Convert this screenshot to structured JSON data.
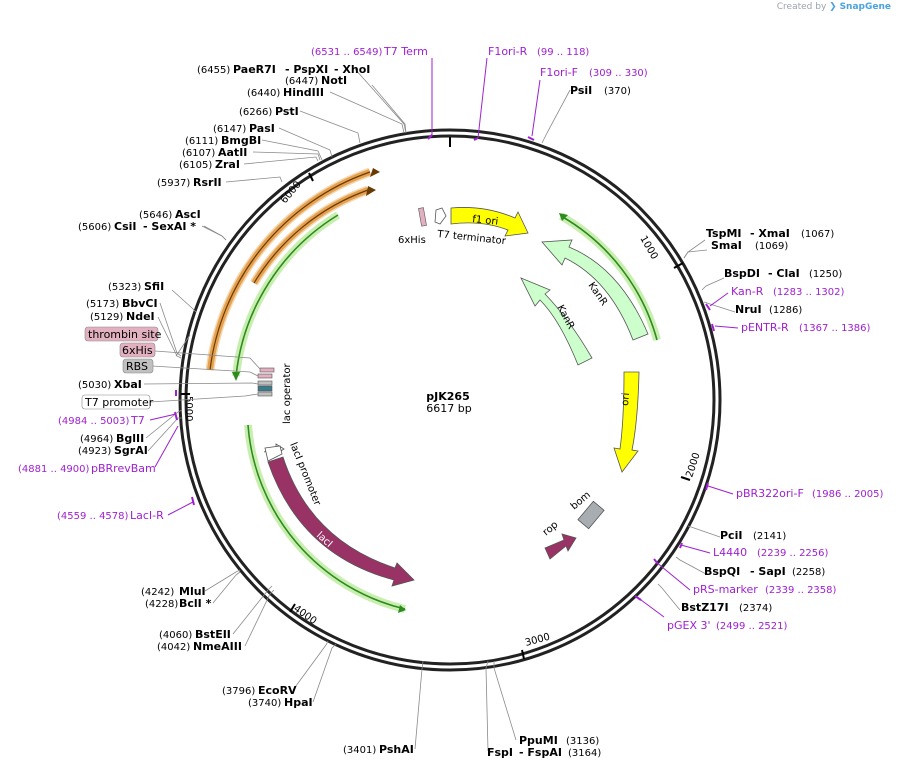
{
  "credit": {
    "prefix": "Created by",
    "brand": "SnapGene"
  },
  "plasmid": {
    "name": "pJK265",
    "size": "6617 bp"
  },
  "ticks": [
    "1000",
    "2000",
    "3000",
    "4000",
    "5000",
    "6000"
  ],
  "sites": [
    {
      "name": "PaeR7I",
      "pos": "(6455)"
    },
    {
      "name": "- PspXI",
      "pos": ""
    },
    {
      "name": "- XhoI",
      "pos": ""
    },
    {
      "name": "NotI",
      "pos": "(6447)"
    },
    {
      "name": "HindIII",
      "pos": "(6440)"
    },
    {
      "name": "PstI",
      "pos": "(6266)"
    },
    {
      "name": "PasI",
      "pos": "(6147)"
    },
    {
      "name": "BmgBI",
      "pos": "(6111)"
    },
    {
      "name": "AatII",
      "pos": "(6107)"
    },
    {
      "name": "ZraI",
      "pos": "(6105)"
    },
    {
      "name": "RsrII",
      "pos": "(5937)"
    },
    {
      "name": "AscI",
      "pos": "(5646)"
    },
    {
      "name": "CsiI",
      "pos": "(5606)"
    },
    {
      "name": "- SexAI *",
      "pos": ""
    },
    {
      "name": "SfiI",
      "pos": "(5323)"
    },
    {
      "name": "BbvCI",
      "pos": "(5173)"
    },
    {
      "name": "NdeI",
      "pos": "(5129)"
    },
    {
      "name": "XbaI",
      "pos": "(5030)"
    },
    {
      "name": "BglII",
      "pos": "(4964)"
    },
    {
      "name": "SgrAI",
      "pos": "(4923)"
    },
    {
      "name": "MluI",
      "pos": "(4242)"
    },
    {
      "name": "BclI *",
      "pos": "(4228)"
    },
    {
      "name": "BstEII",
      "pos": "(4060)"
    },
    {
      "name": "NmeAIII",
      "pos": "(4042)"
    },
    {
      "name": "EcoRV",
      "pos": "(3796)"
    },
    {
      "name": "HpaI",
      "pos": "(3740)"
    },
    {
      "name": "PshAI",
      "pos": "(3401)"
    },
    {
      "name": "PpuMI",
      "pos": "(3136)"
    },
    {
      "name": "FspI",
      "pos": ""
    },
    {
      "name": "- FspAI",
      "pos": "(3164)"
    },
    {
      "name": "PsiI",
      "pos": "(370)"
    },
    {
      "name": "TspMI",
      "pos": ""
    },
    {
      "name": "- XmaI",
      "pos": "(1067)"
    },
    {
      "name": "SmaI",
      "pos": "(1069)"
    },
    {
      "name": "BspDI",
      "pos": ""
    },
    {
      "name": "- ClaI",
      "pos": "(1250)"
    },
    {
      "name": "NruI",
      "pos": "(1286)"
    },
    {
      "name": "PciI",
      "pos": "(2141)"
    },
    {
      "name": "BspQI",
      "pos": ""
    },
    {
      "name": "- SapI",
      "pos": "(2258)"
    },
    {
      "name": "BstZ17I",
      "pos": "(2374)"
    }
  ],
  "primers": [
    {
      "name": "T7 Term",
      "pos": "(6531 .. 6549)"
    },
    {
      "name": "F1ori-R",
      "pos": "(99 .. 118)"
    },
    {
      "name": "F1ori-F",
      "pos": "(309 .. 330)"
    },
    {
      "name": "Kan-R",
      "pos": "(1283 .. 1302)"
    },
    {
      "name": "pENTR-R",
      "pos": "(1367 .. 1386)"
    },
    {
      "name": "pBR322ori-F",
      "pos": "(1986 .. 2005)"
    },
    {
      "name": "L4440",
      "pos": "(2239 .. 2256)"
    },
    {
      "name": "pRS-marker",
      "pos": "(2339 .. 2358)"
    },
    {
      "name": "pGEX 3'",
      "pos": "(2499 .. 2521)"
    },
    {
      "name": "T7",
      "pos": "(4984 .. 5003)"
    },
    {
      "name": "pBRrevBam",
      "pos": "(4881 .. 4900)"
    },
    {
      "name": "LacI-R",
      "pos": "(4559 .. 4578)"
    }
  ],
  "boxed_features": [
    "thrombin site",
    "6xHis",
    "RBS",
    "T7 promoter"
  ],
  "features": [
    "6xHis",
    "T7 terminator",
    "f1 ori",
    "KanR",
    "KanR",
    "ori",
    "bom",
    "rop",
    "lac operator",
    "lacI promoter",
    "lacI"
  ],
  "colors": {
    "primer": "#a020d0",
    "f1ori": "#ffff00",
    "kanr": "#ccffcc",
    "ori": "#ffff00",
    "laci": "#993366",
    "bom": "#a8adb2",
    "orange_arc": "#e5a050",
    "green_arc": "#2e8b1e",
    "thrombin_box": "#e3b0c0",
    "his_box": "#e3b0c0",
    "rbs_box": "#c0c0c0"
  }
}
